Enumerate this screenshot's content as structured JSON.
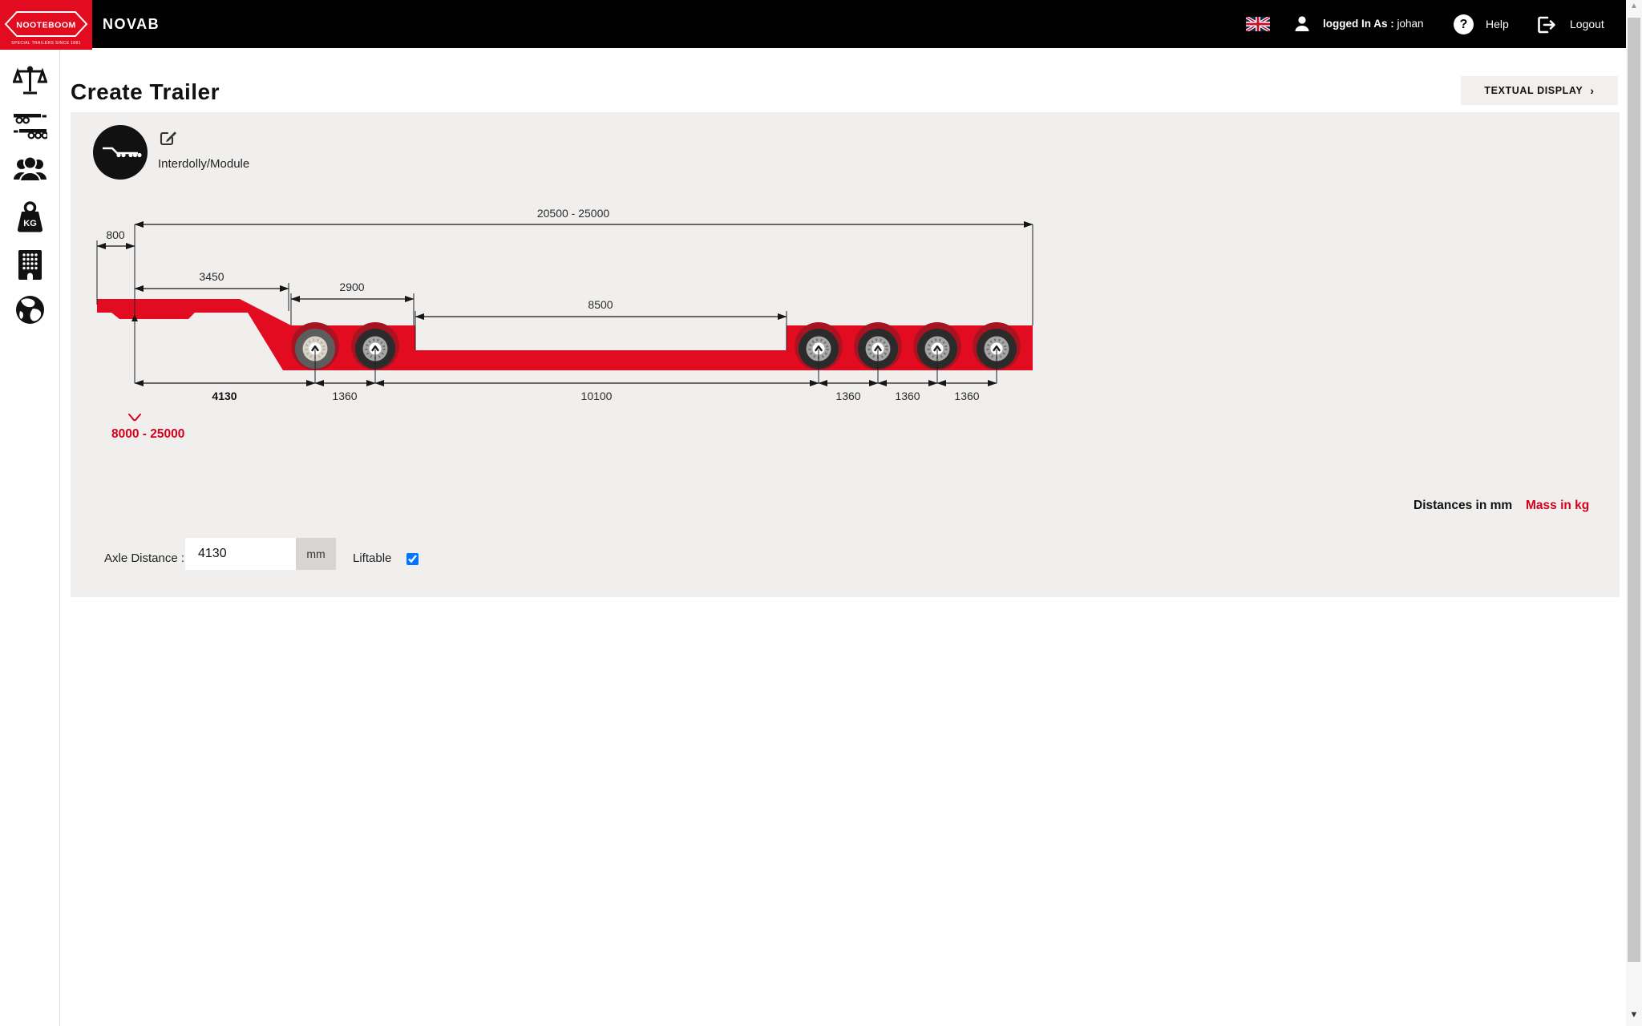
{
  "topbar": {
    "app_name": "NOVAB",
    "logo_text": "NOOTEBOOM",
    "logo_tagline": "SPECIAL TRAILERS SINCE 1881",
    "logged_in_label": "logged In As :",
    "username": "johan",
    "help_label": "Help",
    "logout_label": "Logout"
  },
  "sidebar": {
    "items": [
      {
        "icon": "balance-scale-icon"
      },
      {
        "icon": "trailer-combination-icon"
      },
      {
        "icon": "users-icon"
      },
      {
        "icon": "axle-load-kg-icon",
        "label": "KG"
      },
      {
        "icon": "company-building-icon"
      },
      {
        "icon": "globe-language-icon"
      }
    ]
  },
  "page": {
    "title": "Create Trailer",
    "textual_display_button": "TEXTUAL DISPLAY",
    "textual_display_chevron": "›"
  },
  "trailer_card": {
    "type_label": "Interdolly/Module"
  },
  "diagram": {
    "overall_length": "20500 - 25000",
    "front_overhang": "800",
    "gooseneck_length": "3450",
    "front_bogie_length": "2900",
    "recess_length": "8500",
    "bottom_dims": [
      "4130",
      "1360",
      "10100",
      "1360",
      "1360",
      "1360"
    ],
    "kingpin_load": "8000 - 25000"
  },
  "units": {
    "distances": "Distances in mm",
    "mass": "Mass in kg"
  },
  "form": {
    "axle_distance_label": "Axle Distance :",
    "axle_distance_value": "4130",
    "unit": "mm",
    "liftable_label": "Liftable",
    "liftable_checked": true
  },
  "colors": {
    "brand_red": "#e30b20",
    "topbar_black": "#000000",
    "panel_gray": "#f0efee"
  }
}
